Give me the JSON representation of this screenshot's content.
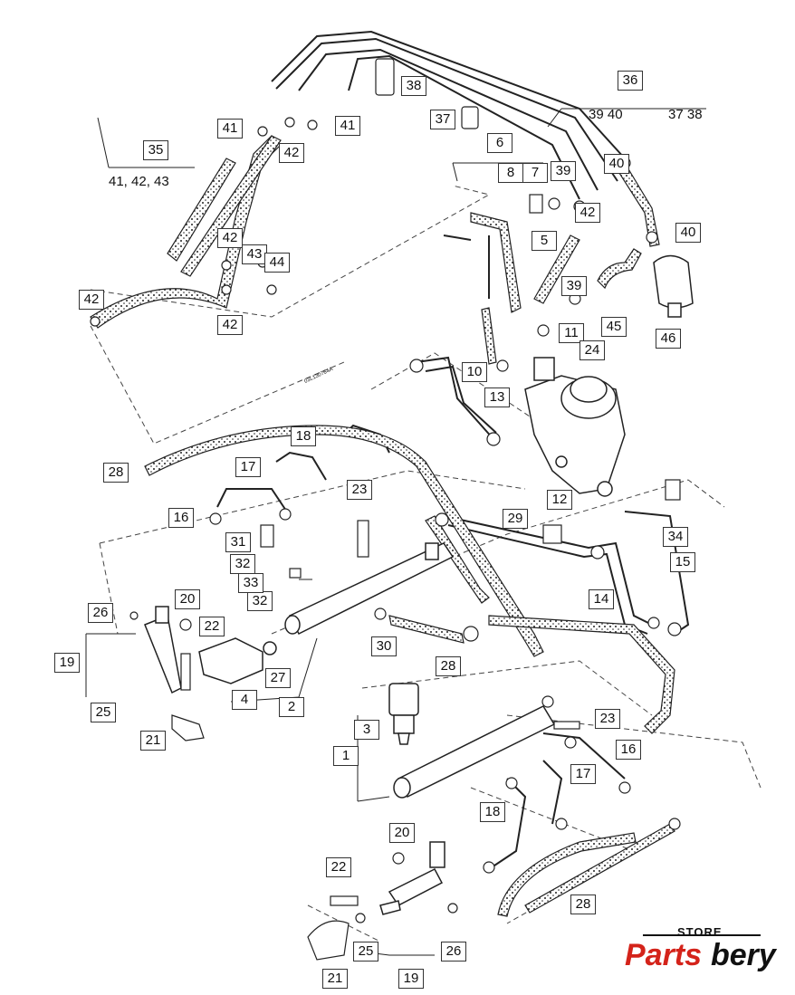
{
  "diagram": {
    "callouts": [
      "1",
      "2",
      "3",
      "4",
      "5",
      "6",
      "7",
      "8",
      "10",
      "11",
      "12",
      "13",
      "14",
      "15",
      "16",
      "16",
      "17",
      "17",
      "18",
      "18",
      "19",
      "19",
      "20",
      "20",
      "21",
      "21",
      "22",
      "22",
      "23",
      "23",
      "24",
      "25",
      "25",
      "26",
      "26",
      "27",
      "28",
      "28",
      "28",
      "29",
      "30",
      "31",
      "32",
      "32",
      "33",
      "34",
      "35",
      "36",
      "37",
      "38",
      "39",
      "40",
      "40",
      "41",
      "41",
      "42",
      "42",
      "42",
      "42",
      "43",
      "44",
      "45",
      "46"
    ],
    "group_labels": {
      "g35": "41, 42, 43",
      "g36a": "39 40",
      "g36b": "37 38"
    },
    "tiny_label": "03L130764A"
  },
  "logo": {
    "store": "STORE",
    "part1": "Parts",
    "part2": "bery",
    "brand_red": "#d4231a",
    "brand_black": "#111111"
  }
}
